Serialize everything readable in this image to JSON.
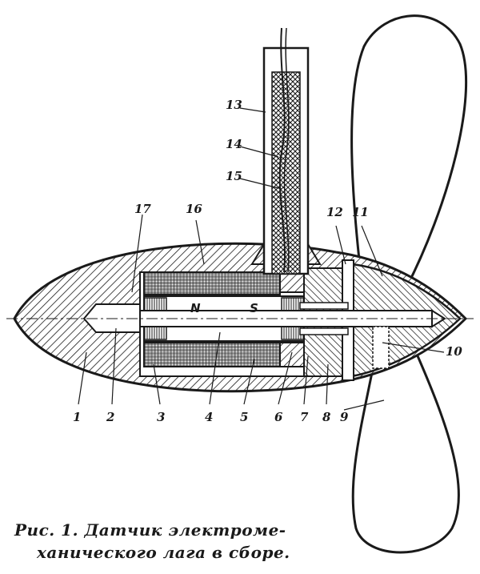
{
  "figure": {
    "caption_line1": "Рис. 1. Датчик электроме-",
    "caption_line2": "ханического лага в сборе.",
    "pole_north": "N",
    "pole_south": "S",
    "callouts": [
      "1",
      "2",
      "3",
      "4",
      "5",
      "6",
      "7",
      "8",
      "9",
      "10",
      "11",
      "12",
      "13",
      "14",
      "15",
      "16",
      "17"
    ]
  }
}
